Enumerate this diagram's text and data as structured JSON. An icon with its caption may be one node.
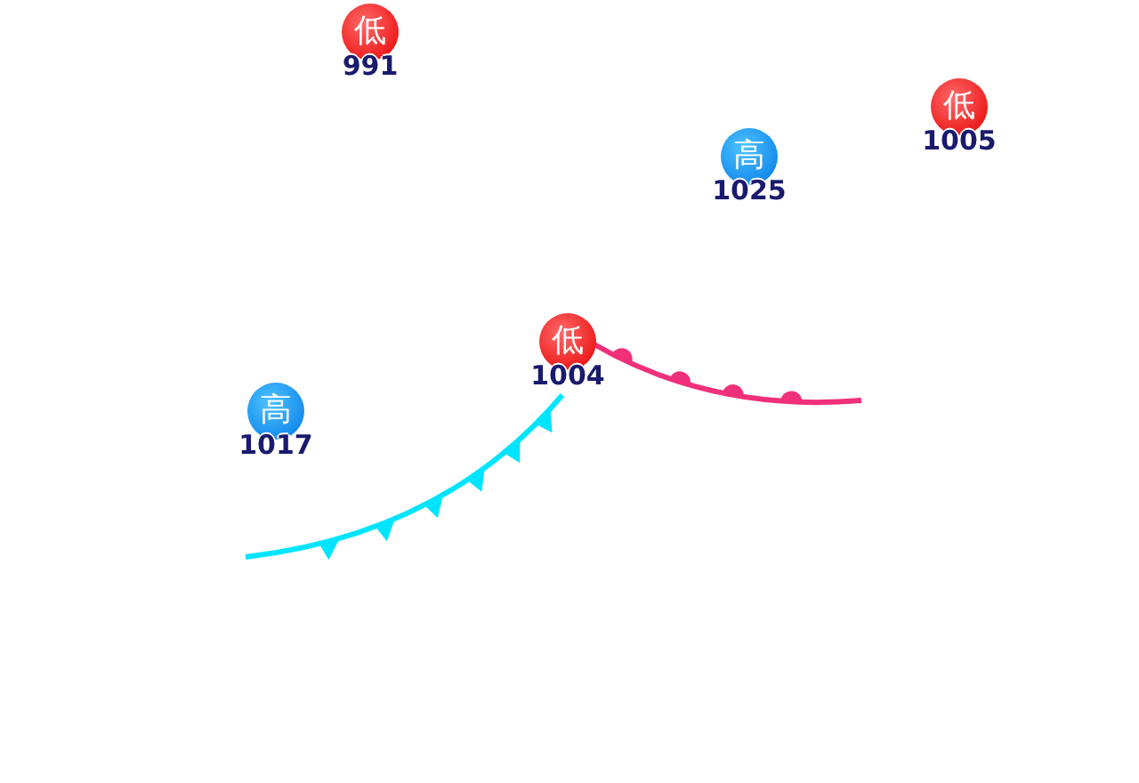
{
  "diagram": {
    "nodes": [
      {
        "text": [
          "低"
        ],
        "beside": [
          "991"
        ]
      },
      {
        "text": [
          "高"
        ],
        "beside": [
          "1025"
        ]
      },
      {
        "text": [
          "低"
        ],
        "beside": [
          "1005"
        ]
      },
      {
        "text": [
          "低"
        ],
        "beside": [
          "1004"
        ]
      },
      {
        "text": [
          "高"
        ],
        "beside": [
          "1017"
        ]
      }
    ]
  }
}
